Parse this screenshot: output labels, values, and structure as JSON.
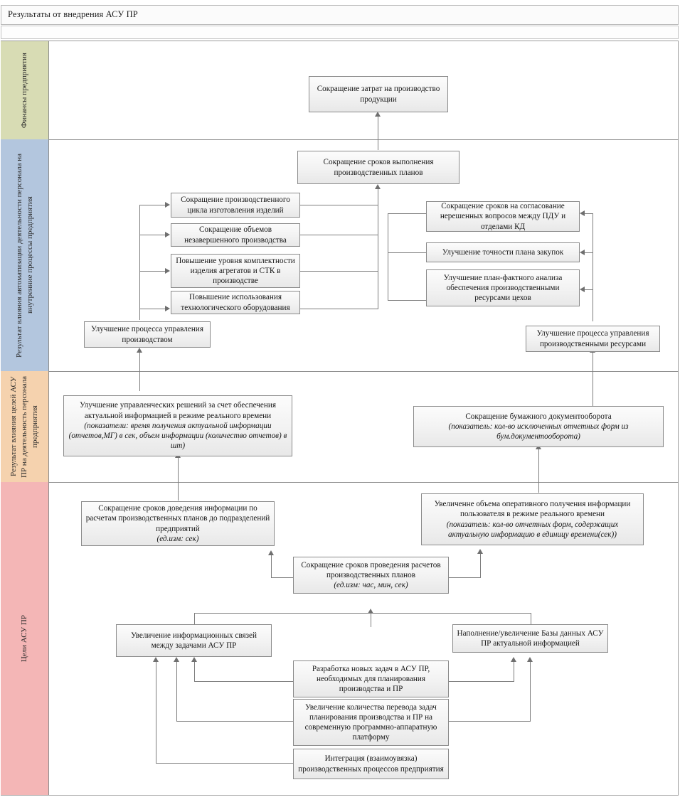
{
  "title": "Результаты от внедрения АСУ ПР",
  "bands": [
    {
      "id": "finance",
      "label": "Финансы предприятия",
      "color": "#d8dcb4"
    },
    {
      "id": "internal-processes",
      "label": "Результат влияния автоматизации деятельности персонала на внутренние процессы предприятия",
      "color": "#b3c6de"
    },
    {
      "id": "staff-activity",
      "label": "Результат влияния целей АСУ ПР на деятельность персонала предприятия",
      "color": "#f5d2ae"
    },
    {
      "id": "goals",
      "label": "Цели АСУ ПР",
      "color": "#f4b6b6"
    }
  ],
  "boxes": {
    "cost_reduction": "Сокращение затрат на производство продукции",
    "plan_terms": "Сокращение сроков выполнения производственных планов",
    "prod_cycle": "Сокращение производственного цикла изготовления изделий",
    "wip_volume": "Сокращение объемов незавершенного производства",
    "completeness": "Повышение уровня комплектности изделия агрегатов и СТК в производстве",
    "equipment_use": "Повышение использования технологического оборудования",
    "approval_terms": "Сокращение сроков на согласование нерешенных вопросов между ПДУ и отделами КД",
    "purchase_plan": "Улучшение точности плана закупок",
    "plan_fact": "Улучшение план-фактного анализа обеспечения производственными ресурсами цехов",
    "prod_management": "Улучшение процесса управления производством",
    "resource_management": "Улучшение процесса управления производственными ресурсами",
    "mgmt_decisions_main": "Улучшение управленческих решений за счет обеспечения актуальной информацией в режиме реального времени",
    "mgmt_decisions_ind": "(показатели: время получения актуальной информации (отчетов,МГ) в сек, объем информации (количество отчетов) в шт)",
    "paper_flow_main": "Сокращение бумажного документооборота",
    "paper_flow_ind": "(показатель: кол-во исключенных отчетных форм из бум.документооборота)",
    "info_delivery_main": "Сокращение сроков доведения информации по расчетам производственных планов до подразделений предприятий",
    "info_delivery_ind": "(ед.изм: сек)",
    "operative_info_main": "Увеличенне объема оперативного получения информации пользователя в режиме реального времени",
    "operative_info_ind": "(показатель: кол-во отчетных форм, содержащих актуальную информацию в единицу времени(сек))",
    "calc_terms_main": "Сокращение сроков проведения расчетов производственных планов",
    "calc_terms_ind": "(ед.изм: час, мин, сек)",
    "info_links": "Увеличение информационных связей между задачами АСУ ПР",
    "database_fill": "Наполнение/увеличение Базы данных АСУ ПР актуальной информацией",
    "new_tasks": "Разработка новых задач в АСУ ПР, необходимых для планирования производства и ПР",
    "task_migration": "Увеличение количества перевода задач планирования производства и ПР на современную программно-аппаратную платформу",
    "integration": "Интеграция (взаимоувязка) производственных процессов предприятия"
  }
}
